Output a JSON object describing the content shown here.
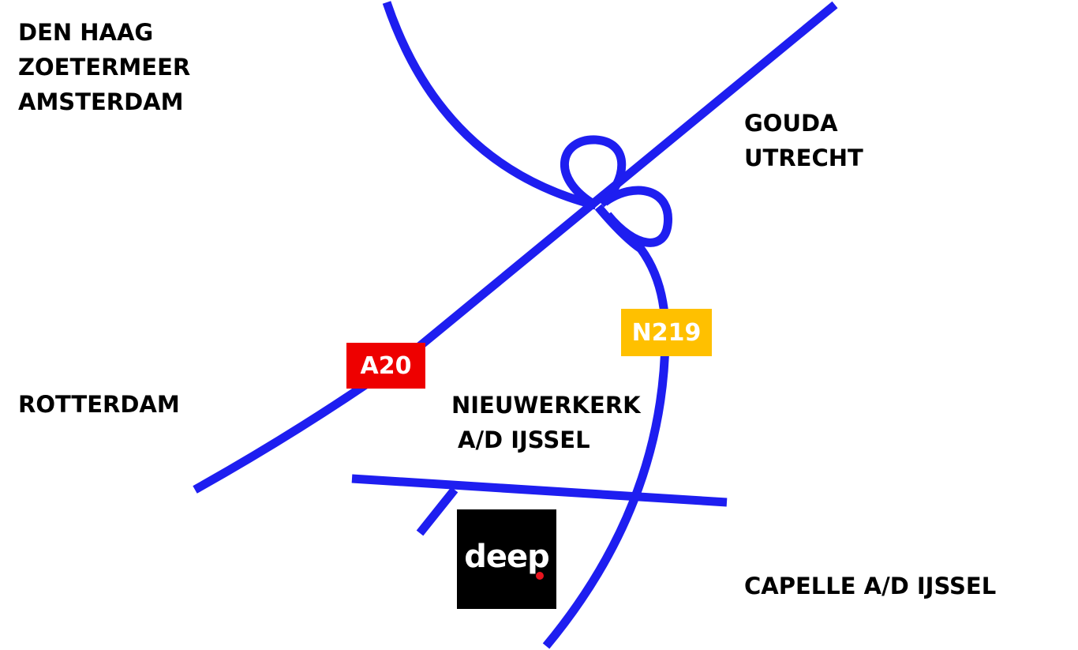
{
  "places": {
    "north_west": [
      "DEN HAAG",
      "ZOETERMEER",
      "AMSTERDAM"
    ],
    "north_east": [
      "GOUDA",
      "UTRECHT"
    ],
    "west": "ROTTERDAM",
    "center": [
      "NIEUWERKERK",
      "A/D IJSSEL"
    ],
    "south_east": "CAPELLE A/D IJSSEL"
  },
  "roads": {
    "motorway": {
      "label": "A20",
      "color": "#ee0000"
    },
    "provincial": {
      "label": "N219",
      "color": "#ffc000"
    },
    "road_color": "#1e1ef0"
  },
  "logo": {
    "text": "deep",
    "background": "#000000",
    "dot_color": "#e8141e"
  }
}
